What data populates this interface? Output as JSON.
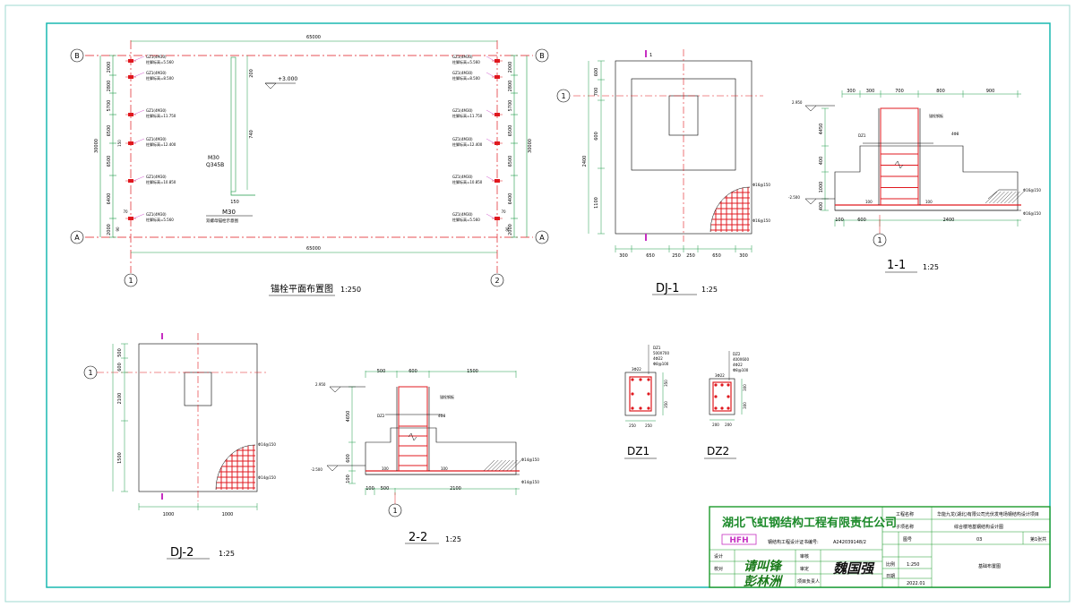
{
  "plan": {
    "title": "锚栓平面布置图",
    "scale": "1:250",
    "dim_top": "65000",
    "dim_bottom": "65000",
    "axis_a": "A",
    "axis_b": "B",
    "axis_1": "1",
    "axis_2": "2",
    "left_dims": [
      "2000",
      "2800",
      "5700",
      "6500",
      "6500",
      "6400",
      "2000"
    ],
    "left_total": "30000",
    "right_dims": [
      "2000",
      "2800",
      "5700",
      "6500",
      "6500",
      "6400",
      "2000"
    ],
    "right_total": "30000",
    "elev_tag": "+3.000",
    "bolt_note_1": "M30",
    "bolt_note_2": "Q345B",
    "bolt_len_1": "200",
    "bolt_len_2": "740",
    "bolt_len_3": "150",
    "bolt_caption_1": "M30",
    "bolt_caption_2": "双螺母锚栓示意图",
    "gz_labels_left": [
      "GZ1(4M30)",
      "GZ1(4M30)",
      "GZ1(4M30)",
      "GZ1(4M30)",
      "GZ1(4M30)",
      "GZ1(4M30)"
    ],
    "gz_sub_left": [
      "柱脚标高=5.560",
      "柱脚标高=8.500",
      "柱脚标高=11.750",
      "柱脚标高=12.400",
      "柱脚标高=10.850",
      "柱脚标高=5.560"
    ],
    "gz_labels_right": [
      "GZ1(4M30)",
      "GZ1(4M30)",
      "GZ1(4M30)",
      "GZ1(4M30)",
      "GZ1(4M30)",
      "GZ1(4M30)"
    ],
    "gz_sub_right": [
      "柱脚标高=5.560",
      "柱脚标高=8.500",
      "柱脚标高=11.750",
      "柱脚标高=12.400",
      "柱脚标高=10.850",
      "柱脚标高=5.560"
    ],
    "small_dims": [
      "150",
      "70",
      "90",
      "70",
      "90"
    ]
  },
  "dj1": {
    "title": "DJ-1",
    "scale": "1:25",
    "axis": "1",
    "sec_mark": "1",
    "left_dims": [
      "600",
      "700",
      "600",
      "1100"
    ],
    "left_total": "2400",
    "bottom_dims": [
      "300",
      "650",
      "250",
      "250",
      "650",
      "300"
    ],
    "rebar_1": "Φ16@150",
    "rebar_2": "Φ16@150"
  },
  "sec11": {
    "title": "1-1",
    "scale": "1:25",
    "axis": "1",
    "elev_top": "2.950",
    "elev_bot": "-2.500",
    "top_dims": [
      "300",
      "300",
      "700",
      "800",
      "900"
    ],
    "left_dims": [
      "4450",
      "400",
      "1000",
      "400"
    ],
    "bottom_dims": [
      "100",
      "600",
      "2400"
    ],
    "labels": [
      "DZ1",
      "4Φ8",
      "锚栓钢板",
      "Φ16@150",
      "Φ16@150",
      "100",
      "100"
    ]
  },
  "dj2": {
    "title": "DJ-2",
    "scale": "1:25",
    "axis": "1",
    "left_dims": [
      "500",
      "600",
      "2100",
      "1500"
    ],
    "bottom_dims": [
      "1000",
      "1000"
    ],
    "rebar_1": "Φ14@150",
    "rebar_2": "Φ14@150"
  },
  "sec22": {
    "title": "2-2",
    "scale": "1:25",
    "axis": "1",
    "elev_top": "2.950",
    "elev_bot": "-2.500",
    "top_dims": [
      "500",
      "600",
      "1500"
    ],
    "left_dims": [
      "4650",
      "600",
      "100"
    ],
    "bottom_dims": [
      "100",
      "500",
      "2100"
    ],
    "labels": [
      "DZ2",
      "4Φ8",
      "锚栓钢板",
      "Φ14@150",
      "Φ14@150",
      "100",
      "100"
    ]
  },
  "dz1": {
    "title": "DZ1",
    "spec": [
      "DZ1",
      "500X700",
      "4Φ22",
      "Φ8@100"
    ],
    "dims": [
      "250",
      "250",
      "350",
      "350"
    ],
    "tag": "3Φ22"
  },
  "dz2": {
    "title": "DZ2",
    "spec": [
      "DZ2",
      "400X600",
      "4Φ22",
      "Φ8@100"
    ],
    "dims": [
      "200",
      "200",
      "300",
      "300"
    ],
    "tag": "3Φ22"
  },
  "titleblock": {
    "company": "湖北飞虹钢结构工程有限责任公司",
    "logo": "HFH",
    "cert_label": "钢结构工程设计证书编号:",
    "cert_no": "A242039148/2",
    "row_labels": [
      "设计",
      "校对",
      "审核",
      "审定",
      "项目负责人"
    ],
    "project_label": "工程名称",
    "project_name": "华能九龙(湖北)有限公司光伏发电场钢结构设计项目",
    "item_label": "子项名称",
    "item_name": "综合楼地基钢结构设计图",
    "drawing_no_label": "图号",
    "drawing_no": "03",
    "sheet_label": "第1张共",
    "scale_label": "比例",
    "scale": "1:250",
    "date_label": "日期",
    "date": "2022.01",
    "drawing_title": "基础布置图",
    "signature_1": "请叫锋",
    "signature_2": "彭林洲",
    "signature_3": "魏国强"
  },
  "colors": {
    "border": "#19b8b0",
    "frame": "#1c9a8a",
    "red_line": "#e0191f",
    "dim_line": "#1e9b48",
    "magenta": "#c62fc2",
    "title_green": "#1c8a2a"
  }
}
